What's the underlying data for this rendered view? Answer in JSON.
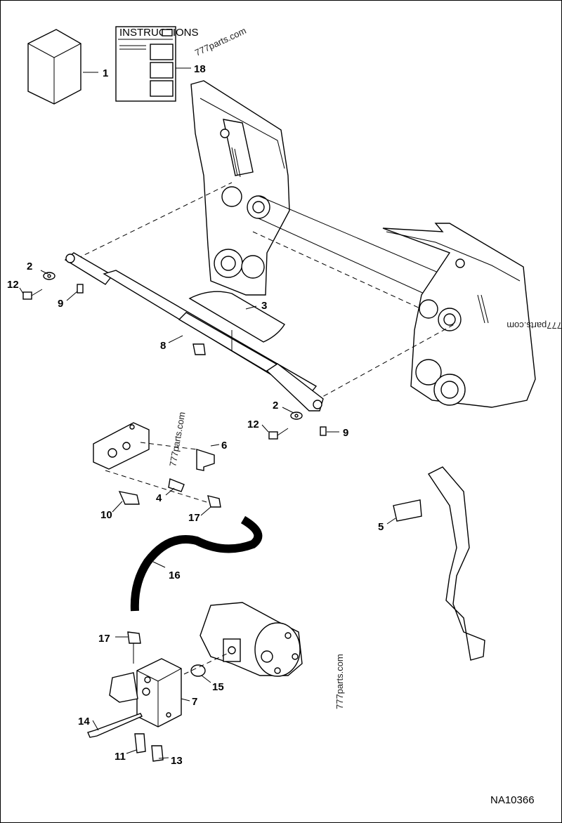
{
  "diagram": {
    "instructions_label": "INSTRUCTIONS",
    "watermarks": [
      "777parts.com",
      "777parts.com",
      "777parts.com",
      "777parts.com"
    ],
    "figure_id": "NA10366",
    "callouts": [
      "1",
      "18",
      "2",
      "12",
      "9",
      "3",
      "8",
      "2",
      "12",
      "9",
      "6",
      "4",
      "10",
      "17",
      "5",
      "16",
      "17",
      "15",
      "7",
      "14",
      "11",
      "13"
    ]
  }
}
